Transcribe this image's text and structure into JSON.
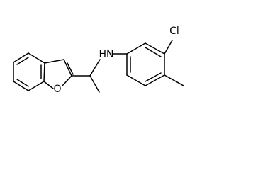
{
  "structure": {
    "atoms": {
      "O": "O",
      "NH": "HN",
      "Cl": "Cl"
    }
  },
  "colors": {
    "bond": "#000000",
    "background": "#ffffff"
  }
}
